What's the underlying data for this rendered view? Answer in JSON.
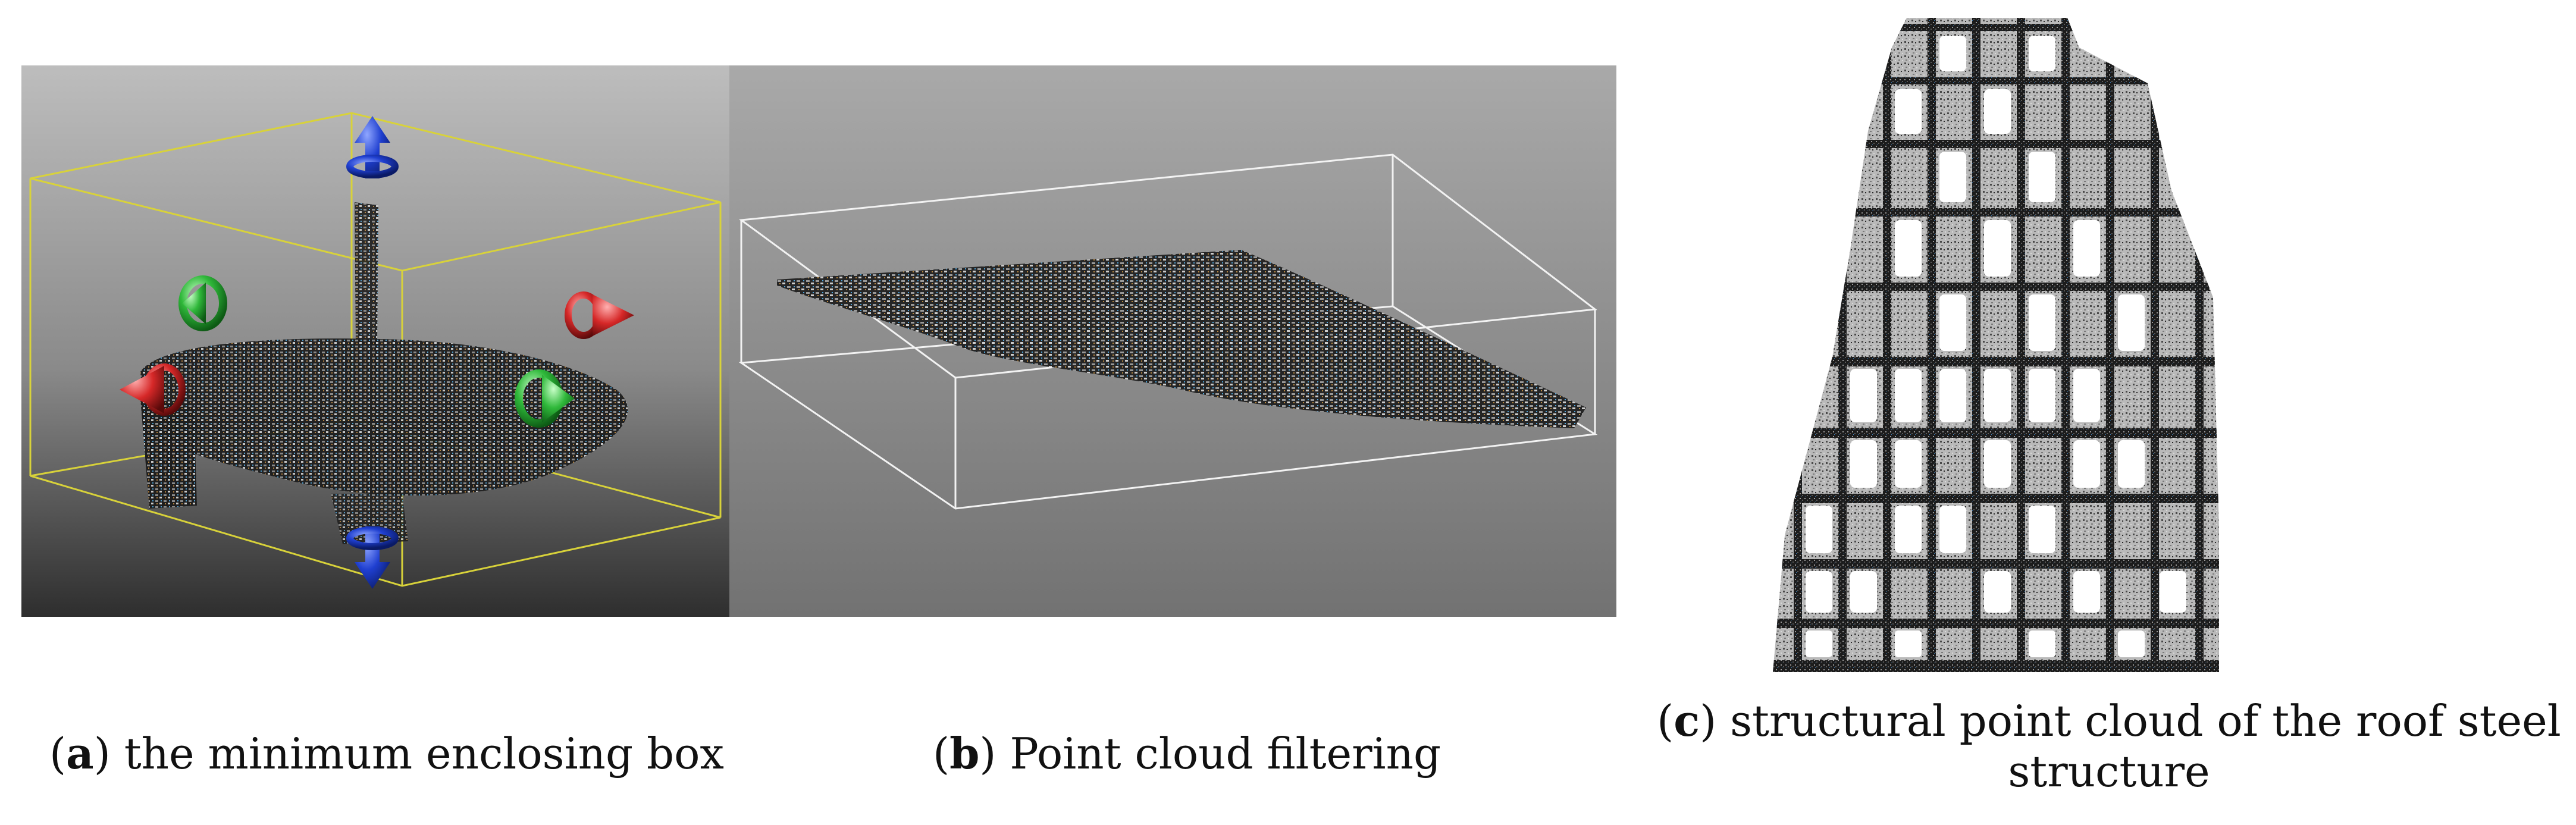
{
  "panels": [
    {
      "id": "a",
      "label": "a",
      "caption": "the minimum enclosing box"
    },
    {
      "id": "b",
      "label": "b",
      "caption": "Point cloud filtering"
    },
    {
      "id": "c",
      "label": "c",
      "caption": "structural point cloud of the roof steel structure"
    }
  ],
  "colors": {
    "box_a": "#d8d23a",
    "box_b": "#f2f2f2",
    "gizmo_blue": "#1f3fd0",
    "gizmo_green": "#2fb83a",
    "gizmo_red": "#d62828"
  }
}
